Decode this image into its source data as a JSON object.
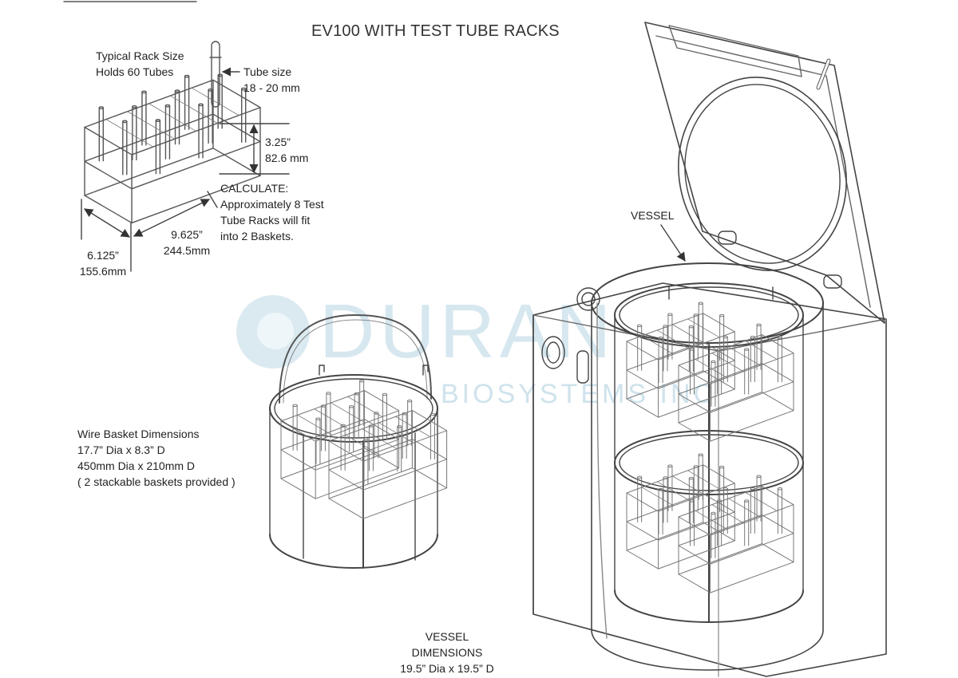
{
  "title": "EV100 WITH TEST TUBE RACKS",
  "rack": {
    "size_label_1": "Typical Rack Size",
    "size_label_2": "Holds 60 Tubes",
    "tube_label_1": "Tube size",
    "tube_label_2": "18 - 20 mm",
    "height_in": "3.25”",
    "height_mm": "82.6 mm",
    "width_in": "9.625”",
    "width_mm": "244.5mm",
    "depth_in": "6.125”",
    "depth_mm": "155.6mm"
  },
  "calculate": {
    "heading": "CALCULATE:",
    "line_1": "Approximately 8 Test",
    "line_2": "Tube Racks will fit",
    "line_3": "into 2 Baskets."
  },
  "basket": {
    "line_1": "Wire Basket Dimensions",
    "line_2": "17.7” Dia x 8.3” D",
    "line_3": "450mm Dia x 210mm D",
    "line_4": "( 2 stackable baskets provided )"
  },
  "vessel": {
    "label": "VESSEL",
    "dims_1": "VESSEL",
    "dims_2": "DIMENSIONS",
    "dims_3": "19.5” Dia x 19.5” D"
  },
  "watermark": {
    "main": "DURAN",
    "sub": "BIOSYSTEMS INC"
  },
  "colors": {
    "line": "#444444",
    "watermark": "#d6e7ef"
  }
}
